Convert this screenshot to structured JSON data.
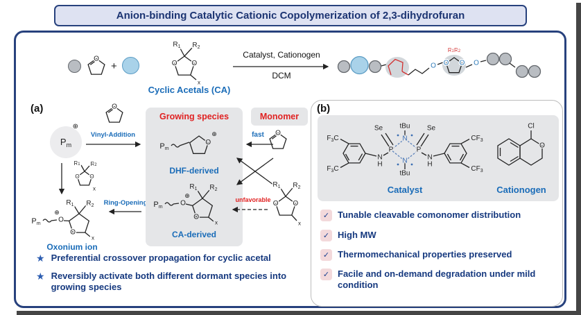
{
  "title": "Anion-binding Catalytic Cationic Copolymerization of 2,3-dihydrofuran",
  "colors": {
    "frame_navy": "#27417d",
    "title_background": "#dee2f2",
    "blue_label": "#1a6cb8",
    "red_label": "#e02222",
    "navy_text": "#16397f",
    "gray_box": "#e5e6e8",
    "gray_monomer_circle": "#b9bdc2",
    "blue_monomer_circle": "#a9d2e9",
    "check_pink": "#f3d9db",
    "star_blue": "#2b5cb0"
  },
  "scheme": {
    "plus": "+",
    "cyclic_acetals_label": "Cyclic Acetals (CA)",
    "conditions_line1": "Catalyst, Cationogen",
    "conditions_line2": "DCM"
  },
  "atoms": {
    "O": "O",
    "P": "P",
    "N": "N",
    "H": "H",
    "C": "C",
    "F": "F",
    "Se": "Se",
    "Cl": "Cl",
    "R": "R",
    "tBu": "tBu",
    "sub1": "1",
    "sub2": "2",
    "sub3": "3",
    "subx": "x",
    "subm": "m",
    "plus": "⊕"
  },
  "panel_a": {
    "label": "(a)",
    "vinyl_addition": "Vinyl-Addition",
    "ring_opening": "Ring-Opening",
    "growing_species": "Growing species",
    "dhf_derived": "DHF-derived",
    "ca_derived": "CA-derived",
    "monomer": "Monomer",
    "fast": "fast",
    "unfavorable": "unfavorable",
    "oxonium_ion": "Oxonium ion",
    "star": "★",
    "bullets": [
      "Preferential crossover propagation for cyclic acetal",
      "Reversibly activate both different dormant species into growing species"
    ]
  },
  "panel_b": {
    "label": "(b)",
    "catalyst_label": "Catalyst",
    "cationogen_label": "Cationogen",
    "check": "✓",
    "checks": [
      "Tunable cleavable comonomer distribution",
      "High MW",
      "Thermomechanical properties preserved",
      "Facile and on-demand degradation under mild condition"
    ]
  }
}
